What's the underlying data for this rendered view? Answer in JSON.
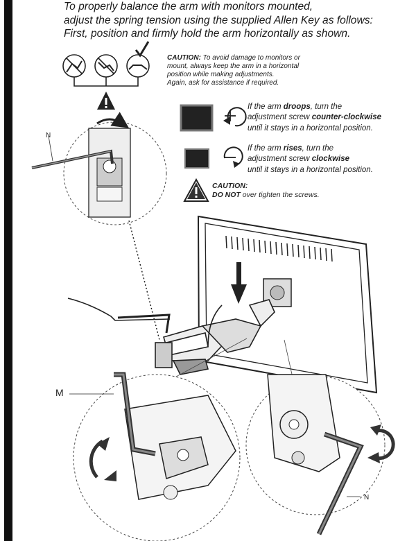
{
  "intro": {
    "lines": [
      "To properly balance the arm with monitors mounted,",
      "adjust the spring tension using the supplied Allen Key as follows:",
      "First, position and firmly hold the arm horizontally as shown."
    ]
  },
  "caution_top": {
    "label": "CAUTION:",
    "lines": [
      " To avoid damage to monitors or",
      "mount,  always keep the arm in a horizontal",
      "position while making adjustments.",
      "Again, ask for assistance if required."
    ]
  },
  "instruction_droops": {
    "line1_pre": "If the arm ",
    "line1_bold": "droops",
    "line1_post": ", turn the",
    "line2_pre": "adjustment screw ",
    "line2_bold": "counter-clockwise",
    "line3": "until it stays in a horizontal position."
  },
  "instruction_rises": {
    "line1_pre": "If the arm ",
    "line1_bold": "rises",
    "line1_post": ", turn the",
    "line2_pre": "adjustment screw ",
    "line2_bold": "clockwise",
    "line3": "until it stays in a horizontal position."
  },
  "caution_bottom": {
    "label": "CAUTION:",
    "line2_bold": "DO NOT",
    "line2_post": " over tighten the screws."
  },
  "callouts": {
    "n_top": "N",
    "m": "M",
    "n_bottom": "N"
  },
  "icons": {
    "plus_symbol": "+",
    "minus_symbol": "−",
    "exclamation": "!"
  }
}
